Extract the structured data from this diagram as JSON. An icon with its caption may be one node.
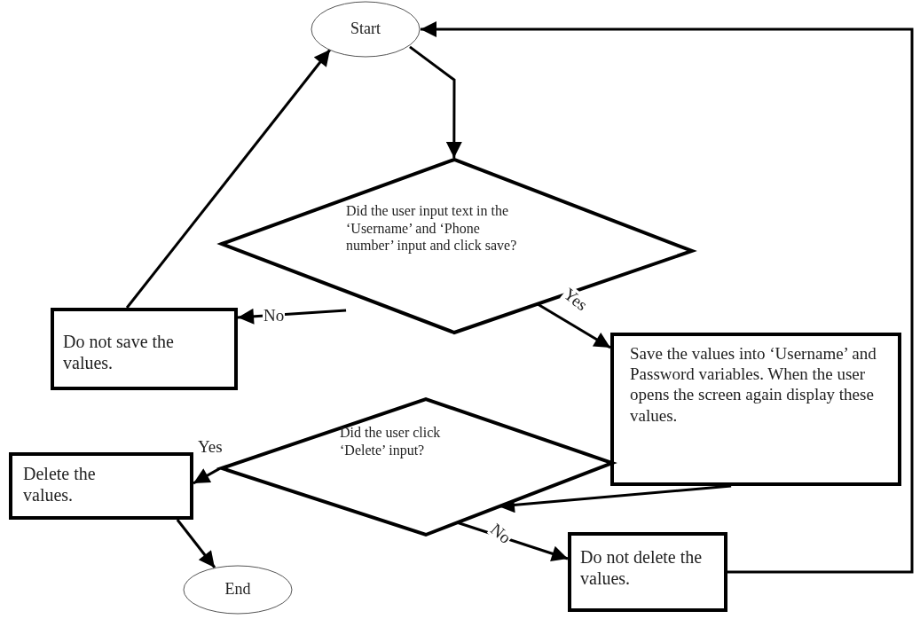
{
  "diagram": {
    "nodes": [
      {
        "text": [
          "Start"
        ]
      },
      {
        "text": [
          "Did the user input text in the ‘Username’ and ‘Phone number’ input and click save?"
        ]
      },
      {
        "text": [
          "Do not save the values."
        ]
      },
      {
        "text": [
          "Save the values into ‘Username’ and Password variables. When the user opens the screen again display these values."
        ]
      },
      {
        "text": [
          "Did the user click ‘Delete’ input?"
        ]
      },
      {
        "text": [
          "Delete the values."
        ]
      },
      {
        "text": [
          "End"
        ]
      },
      {
        "text": [
          "Do not delete the values."
        ]
      }
    ],
    "edges": [
      {
        "from": 0,
        "to": 1,
        "arrow": "to"
      },
      {
        "from": 1,
        "to": 2,
        "arrow": "to",
        "label": "No"
      },
      {
        "from": 1,
        "to": 3,
        "arrow": "to",
        "label": "Yes"
      },
      {
        "from": 2,
        "to": 0,
        "arrow": "to"
      },
      {
        "from": 3,
        "to": 4,
        "arrow": "to"
      },
      {
        "from": 4,
        "to": 5,
        "arrow": "to",
        "label": "Yes"
      },
      {
        "from": 5,
        "to": 6,
        "arrow": "to"
      },
      {
        "from": 4,
        "to": 7,
        "arrow": "to",
        "label": "No"
      },
      {
        "from": 7,
        "to": 0,
        "arrow": "to"
      }
    ]
  }
}
